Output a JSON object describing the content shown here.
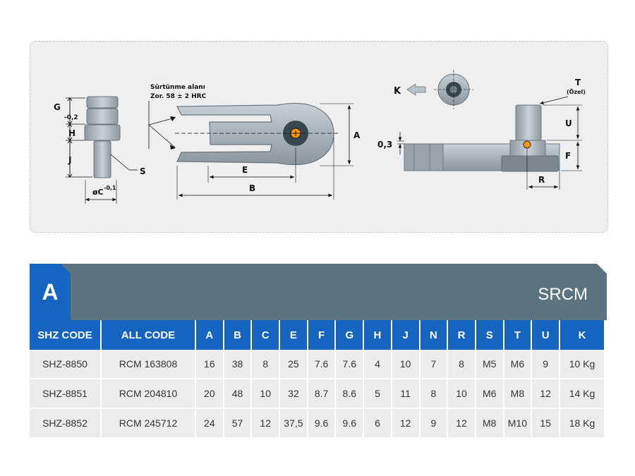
{
  "drawing": {
    "labels": {
      "surface_note_line1": "Sürtünme alanı",
      "surface_note_line2": "Zor. 58 ± 2 HRC",
      "G": "G",
      "G_tol": "-0,2",
      "H": "H",
      "J": "J",
      "S": "S",
      "C": "øC",
      "C_tol": "-0,1",
      "E": "E",
      "B": "B",
      "A": "A",
      "K": "K",
      "T": "T",
      "T_note": "(Özel)",
      "U": "U",
      "F": "F",
      "R": "R",
      "gap": "0,3"
    }
  },
  "header": {
    "section_letter": "A",
    "product_name": "SRCM",
    "colors": {
      "band": "#5c7480",
      "accent": "#1565c0"
    }
  },
  "table": {
    "columns": [
      "SHZ CODE",
      "ALL CODE",
      "A",
      "B",
      "C",
      "E",
      "F",
      "G",
      "H",
      "J",
      "N",
      "R",
      "S",
      "T",
      "U",
      "K"
    ],
    "rows": [
      [
        "SHZ-8850",
        "RCM 163808",
        "16",
        "38",
        "8",
        "25",
        "7.6",
        "7.6",
        "4",
        "10",
        "7",
        "8",
        "M5",
        "M6",
        "9",
        "10 Kg"
      ],
      [
        "SHZ-8851",
        "RCM 204810",
        "20",
        "48",
        "10",
        "32",
        "8.7",
        "8.6",
        "5",
        "11",
        "8",
        "10",
        "M6",
        "M8",
        "12",
        "14 Kg"
      ],
      [
        "SHZ-8852",
        "RCM 245712",
        "24",
        "57",
        "12",
        "37,5",
        "9.6",
        "9.6",
        "6",
        "12",
        "9",
        "12",
        "M8",
        "M10",
        "15",
        "18 Kg"
      ]
    ]
  }
}
